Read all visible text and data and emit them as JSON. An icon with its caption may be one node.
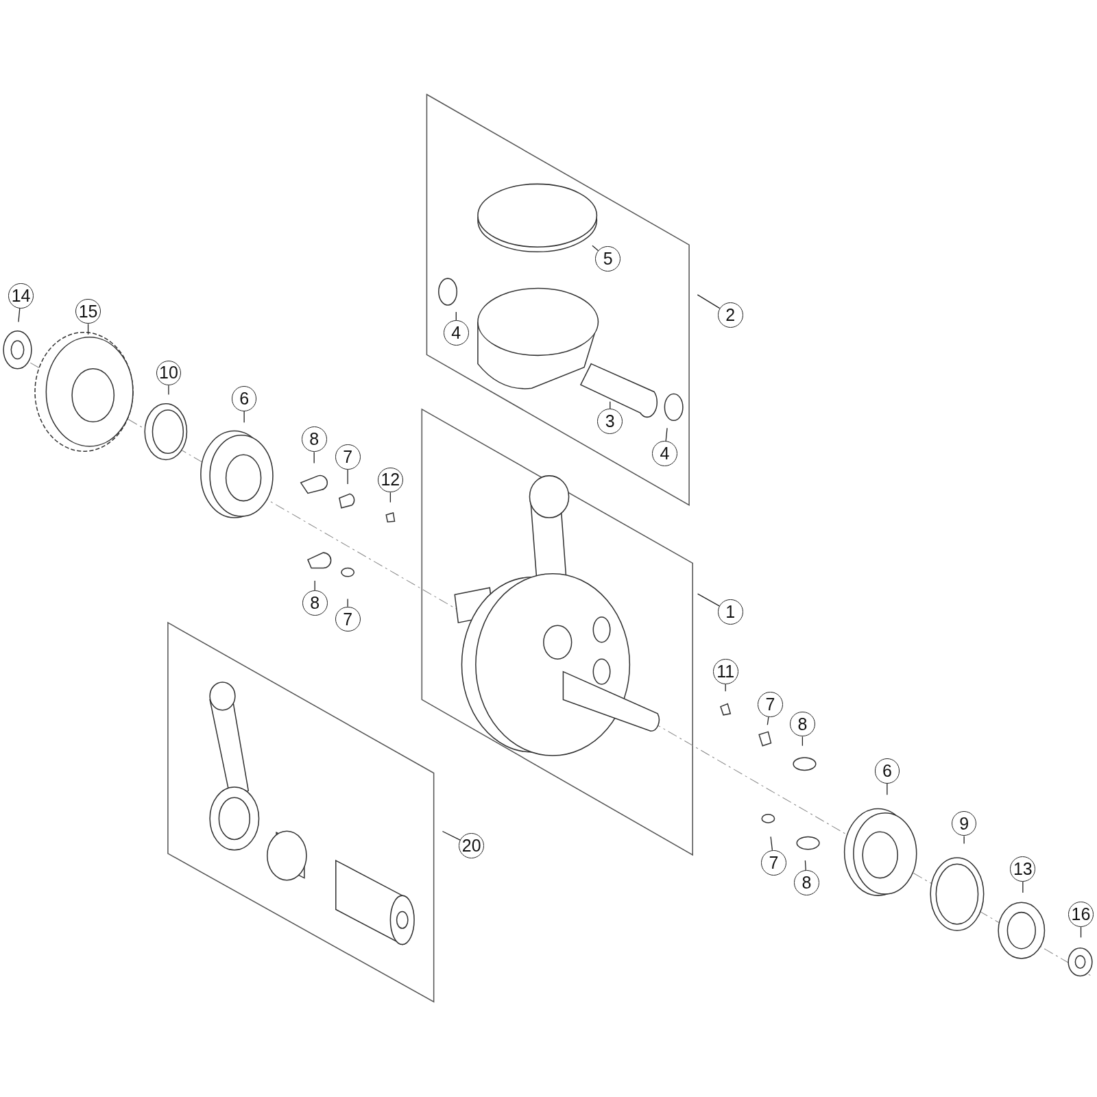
{
  "diagram": {
    "nodes": [
      {
        "text": [
          "5"
        ]
      },
      {
        "text": [
          "14"
        ]
      },
      {
        "text": [
          "15"
        ]
      },
      {
        "text": [
          "2"
        ]
      },
      {
        "text": [
          "4"
        ]
      },
      {
        "text": [
          "10"
        ]
      },
      {
        "text": [
          "6"
        ]
      },
      {
        "text": [
          "3"
        ]
      },
      {
        "text": [
          "8"
        ]
      },
      {
        "text": [
          "4"
        ]
      },
      {
        "text": [
          "7"
        ]
      },
      {
        "text": [
          "12"
        ]
      },
      {
        "text": [
          "1"
        ]
      },
      {
        "text": [
          "8"
        ]
      },
      {
        "text": [
          "7"
        ]
      },
      {
        "text": [
          "11"
        ]
      },
      {
        "text": [
          "7"
        ]
      },
      {
        "text": [
          "8"
        ]
      },
      {
        "text": [
          "6"
        ]
      },
      {
        "text": [
          "9"
        ]
      },
      {
        "text": [
          "20"
        ]
      },
      {
        "text": [
          "7"
        ]
      },
      {
        "text": [
          "13"
        ]
      },
      {
        "text": [
          "8"
        ]
      },
      {
        "text": [
          "16"
        ]
      }
    ],
    "edges": [
      {
        "from": 0,
        "to": null,
        "arrow": "none"
      },
      {
        "from": 1,
        "to": null,
        "arrow": "none"
      },
      {
        "from": 2,
        "to": null,
        "arrow": "none"
      },
      {
        "from": 3,
        "to": null,
        "arrow": "none"
      },
      {
        "from": 4,
        "to": null,
        "arrow": "none"
      },
      {
        "from": 5,
        "to": null,
        "arrow": "none"
      },
      {
        "from": 6,
        "to": null,
        "arrow": "none"
      },
      {
        "from": 7,
        "to": null,
        "arrow": "none"
      },
      {
        "from": 8,
        "to": null,
        "arrow": "none"
      },
      {
        "from": 9,
        "to": null,
        "arrow": "none"
      },
      {
        "from": 10,
        "to": null,
        "arrow": "none"
      },
      {
        "from": 11,
        "to": null,
        "arrow": "none"
      },
      {
        "from": 12,
        "to": null,
        "arrow": "none"
      },
      {
        "from": 13,
        "to": null,
        "arrow": "none"
      },
      {
        "from": 14,
        "to": null,
        "arrow": "none"
      },
      {
        "from": 15,
        "to": null,
        "arrow": "none"
      },
      {
        "from": 16,
        "to": null,
        "arrow": "none"
      },
      {
        "from": 17,
        "to": null,
        "arrow": "none"
      },
      {
        "from": 18,
        "to": null,
        "arrow": "none"
      },
      {
        "from": 19,
        "to": null,
        "arrow": "none"
      },
      {
        "from": 20,
        "to": null,
        "arrow": "none"
      },
      {
        "from": 21,
        "to": null,
        "arrow": "none"
      },
      {
        "from": 22,
        "to": null,
        "arrow": "none"
      },
      {
        "from": 23,
        "to": null,
        "arrow": "none"
      },
      {
        "from": 24,
        "to": null,
        "arrow": "none"
      }
    ]
  }
}
